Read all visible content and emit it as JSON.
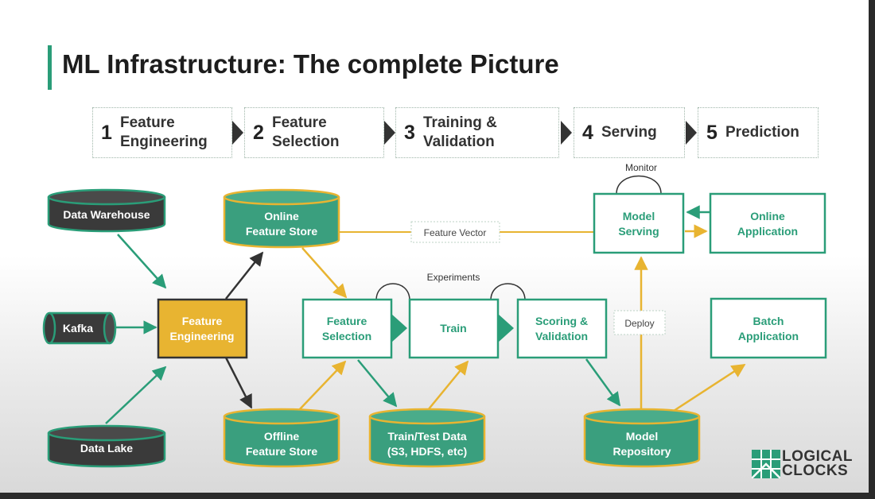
{
  "slide": {
    "title": "ML Infrastructure: The complete Picture"
  },
  "stages": [
    {
      "num": "1",
      "label": "Feature\nEngineering"
    },
    {
      "num": "2",
      "label": "Feature\nSelection"
    },
    {
      "num": "3",
      "label": "Training &\nValidation"
    },
    {
      "num": "4",
      "label": "Serving"
    },
    {
      "num": "5",
      "label": "Prediction"
    }
  ],
  "sources": {
    "data_warehouse": "Data Warehouse",
    "kafka": "Kafka",
    "data_lake": "Data Lake"
  },
  "stores": {
    "online_line1": "Online",
    "online_line2": "Feature Store",
    "offline_line1": "Offline",
    "offline_line2": "Feature Store",
    "train_test_line1": "Train/Test Data",
    "train_test_line2": "(S3, HDFS, etc)",
    "model_repo_line1": "Model",
    "model_repo_line2": "Repository"
  },
  "boxes": {
    "feature_eng_line1": "Feature",
    "feature_eng_line2": "Engineering",
    "feature_sel_line1": "Feature",
    "feature_sel_line2": "Selection",
    "train": "Train",
    "scoring_line1": "Scoring &",
    "scoring_line2": "Validation",
    "model_serving_line1": "Model",
    "model_serving_line2": "Serving",
    "online_app_line1": "Online",
    "online_app_line2": "Application",
    "batch_app_line1": "Batch",
    "batch_app_line2": "Application"
  },
  "labels": {
    "feature_vector": "Feature Vector",
    "experiments": "Experiments",
    "monitor": "Monitor",
    "deploy": "Deploy"
  },
  "logo": {
    "text": "LOGICAL\nCLOCKS"
  },
  "colors": {
    "teal": "#2a9d78",
    "teal_fill": "#3a9f7e",
    "gold": "#e8b431",
    "dark": "#333333",
    "cylinder_dark": "#3a3a3a"
  }
}
